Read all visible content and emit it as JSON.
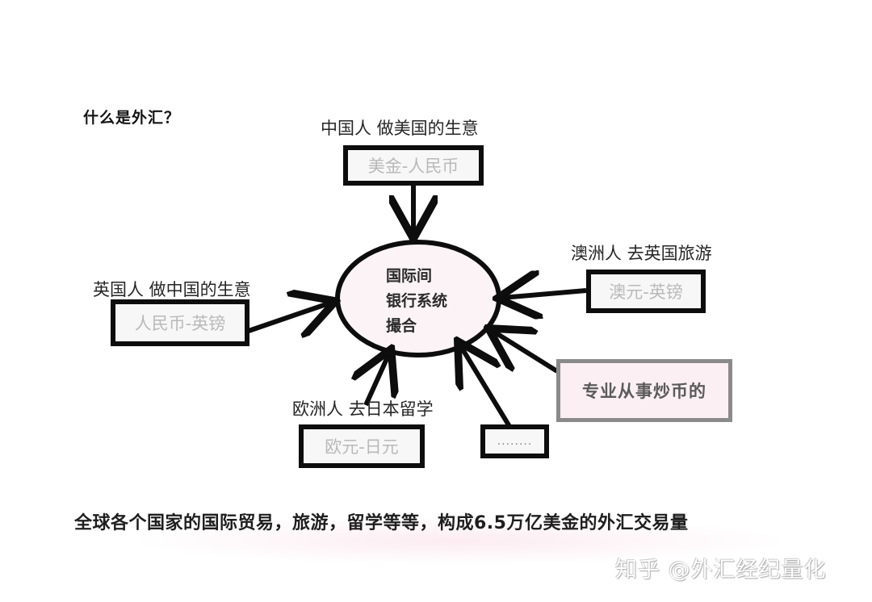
{
  "title": "什么是外汇？",
  "center_node": {
    "lines": [
      "国际间",
      "银行系统",
      "撮合"
    ],
    "fill": "#fbf3f6",
    "stroke": "#0d0d0d"
  },
  "nodes": [
    {
      "id": "china-usa",
      "label": "中国人 做美国的生意",
      "pair": "美金-人民币"
    },
    {
      "id": "uk-china",
      "label": "英国人 做中国的生意",
      "pair": "人民币-英镑"
    },
    {
      "id": "australia-uk",
      "label": "澳洲人 去英国旅游",
      "pair": "澳元-英镑"
    },
    {
      "id": "europe-japan",
      "label": "欧洲人 去日本留学",
      "pair": "欧元-日元"
    },
    {
      "id": "others",
      "label": "",
      "pair": "........"
    },
    {
      "id": "speculators",
      "label": "",
      "pair": "专业从事炒币的"
    }
  ],
  "footer": "全球各个国家的国际贸易，旅游，留学等等，构成6.5万亿美金的外汇交易量",
  "watermark": "知乎 @外汇经纪量化",
  "colors": {
    "arrow": "#0d0d0d",
    "box_border": "#0d0d0d",
    "pair_text": "#b9b9b9",
    "speculator_border": "#8a8a8a",
    "speculator_fill": "#fbeff3"
  }
}
